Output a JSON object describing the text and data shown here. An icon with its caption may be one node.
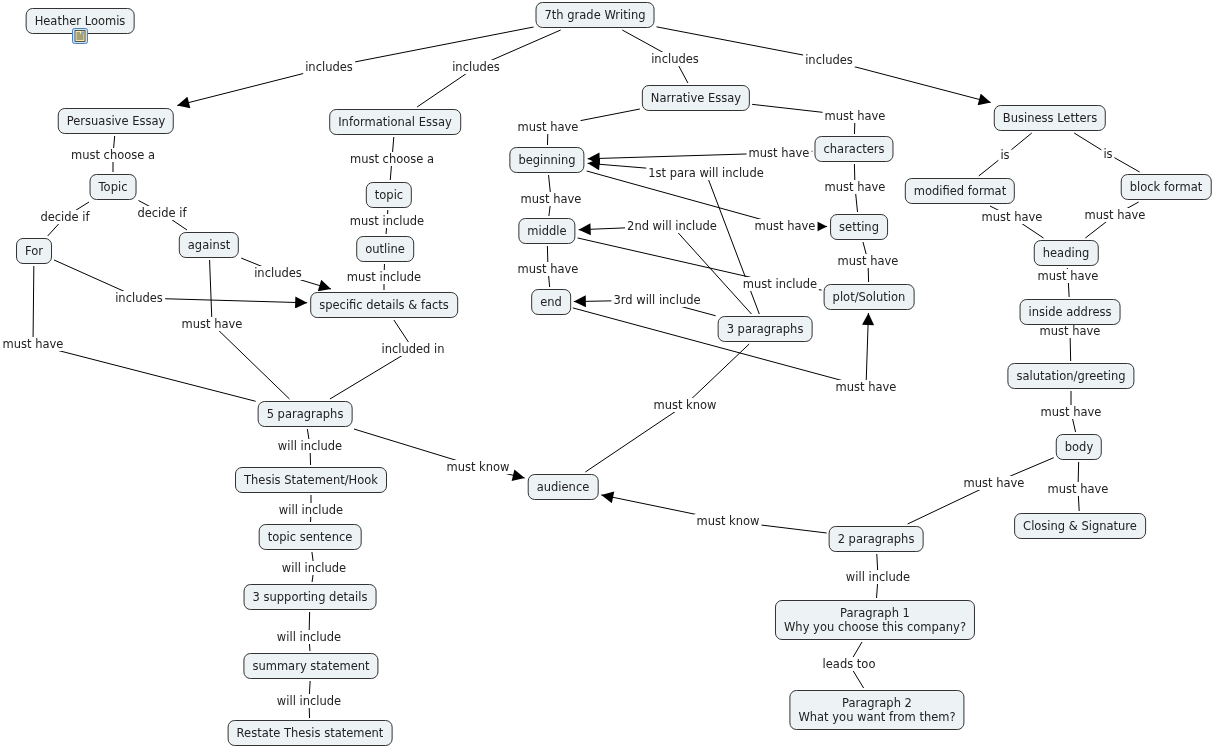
{
  "diagram": {
    "nodes": [
      {
        "text": [
          "Heather Loomis"
        ]
      },
      {
        "text": [
          "7th grade Writing"
        ]
      },
      {
        "text": [
          "Persuasive Essay"
        ]
      },
      {
        "text": [
          "Informational Essay"
        ]
      },
      {
        "text": [
          "Narrative Essay"
        ]
      },
      {
        "text": [
          "Business Letters"
        ]
      },
      {
        "text": [
          "Topic"
        ]
      },
      {
        "text": [
          "topic"
        ]
      },
      {
        "text": [
          "beginning"
        ]
      },
      {
        "text": [
          "characters"
        ]
      },
      {
        "text": [
          "modified format"
        ]
      },
      {
        "text": [
          "block format"
        ]
      },
      {
        "text": [
          "For"
        ]
      },
      {
        "text": [
          "against"
        ]
      },
      {
        "text": [
          "outline"
        ]
      },
      {
        "text": [
          "middle"
        ]
      },
      {
        "text": [
          "setting"
        ]
      },
      {
        "text": [
          "heading"
        ]
      },
      {
        "text": [
          "specific details & facts"
        ]
      },
      {
        "text": [
          "end"
        ]
      },
      {
        "text": [
          "plot/Solution"
        ]
      },
      {
        "text": [
          "inside address"
        ]
      },
      {
        "text": [
          "3 paragraphs"
        ]
      },
      {
        "text": [
          "salutation/greeting"
        ]
      },
      {
        "text": [
          "5 paragraphs"
        ]
      },
      {
        "text": [
          "body"
        ]
      },
      {
        "text": [
          "Thesis Statement/Hook"
        ]
      },
      {
        "text": [
          "audience"
        ]
      },
      {
        "text": [
          "Closing & Signature"
        ]
      },
      {
        "text": [
          "topic sentence"
        ]
      },
      {
        "text": [
          "2 paragraphs"
        ]
      },
      {
        "text": [
          "3 supporting details"
        ]
      },
      {
        "text": [
          "Paragraph 1",
          "Why you choose this company?"
        ]
      },
      {
        "text": [
          "summary statement"
        ]
      },
      {
        "text": [
          "Paragraph 2",
          "What you want from them?"
        ]
      },
      {
        "text": [
          "Restate Thesis statement"
        ]
      }
    ],
    "edges": [
      {
        "from": 1,
        "to": 2,
        "label": "includes",
        "arrow": "to"
      },
      {
        "from": 1,
        "to": 3,
        "label": "includes",
        "arrow": "none"
      },
      {
        "from": 1,
        "to": 4,
        "label": "includes",
        "arrow": "none"
      },
      {
        "from": 1,
        "to": 5,
        "label": "includes",
        "arrow": "to"
      },
      {
        "from": 2,
        "to": 6,
        "label": "must choose a",
        "arrow": "none"
      },
      {
        "from": 3,
        "to": 7,
        "label": "must choose a",
        "arrow": "none"
      },
      {
        "from": 4,
        "to": 8,
        "label": "must have",
        "arrow": "none"
      },
      {
        "from": 4,
        "to": 9,
        "label": "must have",
        "arrow": "none"
      },
      {
        "from": 5,
        "to": 10,
        "label": "is",
        "arrow": "none"
      },
      {
        "from": 5,
        "to": 11,
        "label": "is",
        "arrow": "none"
      },
      {
        "from": 6,
        "to": 12,
        "label": "decide if",
        "arrow": "none"
      },
      {
        "from": 6,
        "to": 13,
        "label": "decide if",
        "arrow": "none"
      },
      {
        "from": 7,
        "to": 14,
        "label": "must include",
        "arrow": "none"
      },
      {
        "from": 9,
        "to": 8,
        "label": "must have",
        "arrow": "to"
      },
      {
        "from": 8,
        "to": 15,
        "label": "must have",
        "arrow": "none"
      },
      {
        "from": 8,
        "to": 16,
        "label": "must have",
        "arrow": "to"
      },
      {
        "from": 9,
        "to": 16,
        "label": "must have",
        "arrow": "none"
      },
      {
        "from": 10,
        "to": 17,
        "label": "must have",
        "arrow": "none"
      },
      {
        "from": 11,
        "to": 17,
        "label": "must have",
        "arrow": "none"
      },
      {
        "from": 13,
        "to": 18,
        "label": "includes",
        "arrow": "to"
      },
      {
        "from": 12,
        "to": 18,
        "label": "includes",
        "arrow": "to"
      },
      {
        "from": 14,
        "to": 18,
        "label": "must include",
        "arrow": "none"
      },
      {
        "from": 15,
        "to": 19,
        "label": "must have",
        "arrow": "none"
      },
      {
        "from": 15,
        "to": 20,
        "label": "must include",
        "arrow": "none"
      },
      {
        "from": 16,
        "to": 20,
        "label": "must have",
        "arrow": "none"
      },
      {
        "from": 17,
        "to": 21,
        "label": "must have",
        "arrow": "none"
      },
      {
        "from": 22,
        "to": 8,
        "label": "1st para will include",
        "arrow": "to"
      },
      {
        "from": 22,
        "to": 15,
        "label": "2nd will include",
        "arrow": "to"
      },
      {
        "from": 22,
        "to": 19,
        "label": "3rd will include",
        "arrow": "to"
      },
      {
        "from": 19,
        "to": 20,
        "label": "must have",
        "arrow": "to"
      },
      {
        "from": 21,
        "to": 23,
        "label": "must have",
        "arrow": "none"
      },
      {
        "from": 12,
        "to": 24,
        "label": "must have",
        "arrow": "none"
      },
      {
        "from": 13,
        "to": 24,
        "label": "must have",
        "arrow": "none"
      },
      {
        "from": 18,
        "to": 24,
        "label": "included in",
        "arrow": "none"
      },
      {
        "from": 22,
        "to": 27,
        "label": "must know",
        "arrow": "none"
      },
      {
        "from": 23,
        "to": 25,
        "label": "must have",
        "arrow": "none"
      },
      {
        "from": 24,
        "to": 26,
        "label": "will include",
        "arrow": "none"
      },
      {
        "from": 24,
        "to": 27,
        "label": "must know",
        "arrow": "to"
      },
      {
        "from": 25,
        "to": 30,
        "label": "must have",
        "arrow": "none"
      },
      {
        "from": 25,
        "to": 28,
        "label": "must have",
        "arrow": "none"
      },
      {
        "from": 26,
        "to": 29,
        "label": "will include",
        "arrow": "none"
      },
      {
        "from": 30,
        "to": 27,
        "label": "must know",
        "arrow": "to"
      },
      {
        "from": 29,
        "to": 31,
        "label": "will include",
        "arrow": "none"
      },
      {
        "from": 30,
        "to": 32,
        "label": "will include",
        "arrow": "none"
      },
      {
        "from": 31,
        "to": 33,
        "label": "will include",
        "arrow": "none"
      },
      {
        "from": 32,
        "to": 34,
        "label": "leads too",
        "arrow": "none"
      },
      {
        "from": 33,
        "to": 35,
        "label": "will include",
        "arrow": "none"
      }
    ]
  }
}
